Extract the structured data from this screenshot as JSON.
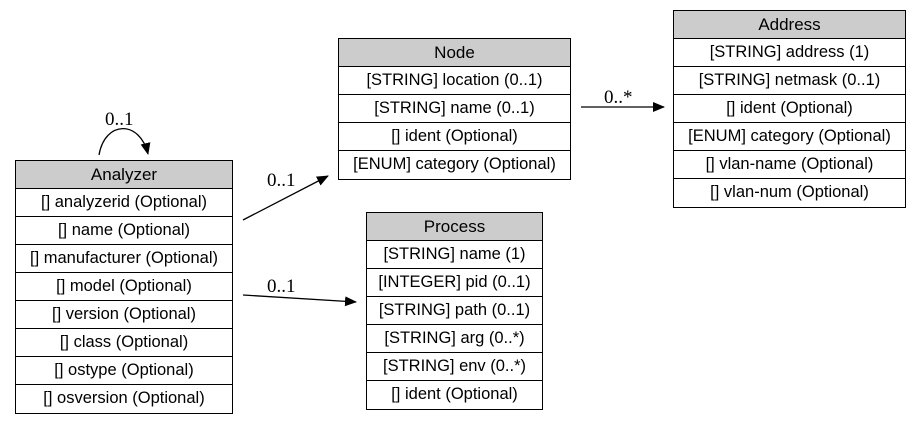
{
  "entities": {
    "analyzer": {
      "title": "Analyzer",
      "rows": [
        "[] analyzerid (Optional)",
        "[] name (Optional)",
        "[] manufacturer (Optional)",
        "[] model (Optional)",
        "[] version (Optional)",
        "[] class (Optional)",
        "[] ostype (Optional)",
        "[] osversion (Optional)"
      ]
    },
    "node": {
      "title": "Node",
      "rows": [
        "[STRING] location (0..1)",
        "[STRING] name (0..1)",
        "[] ident (Optional)",
        "[ENUM] category (Optional)"
      ]
    },
    "process": {
      "title": "Process",
      "rows": [
        "[STRING] name (1)",
        "[INTEGER] pid (0..1)",
        "[STRING] path (0..1)",
        "[STRING] arg (0..*)",
        "[STRING] env (0..*)",
        "[] ident (Optional)"
      ]
    },
    "address": {
      "title": "Address",
      "rows": [
        "[STRING] address (1)",
        "[STRING] netmask (0..1)",
        "[] ident (Optional)",
        "[ENUM] category (Optional)",
        "[] vlan-name (Optional)",
        "[] vlan-num (Optional)"
      ]
    }
  },
  "edges": {
    "analyzer_self": "0..1",
    "analyzer_node": "0..1",
    "analyzer_process": "0..1",
    "node_address": "0..*"
  },
  "colors": {
    "header_fill": "#cccccc",
    "border": "#000000",
    "background": "#ffffff"
  }
}
